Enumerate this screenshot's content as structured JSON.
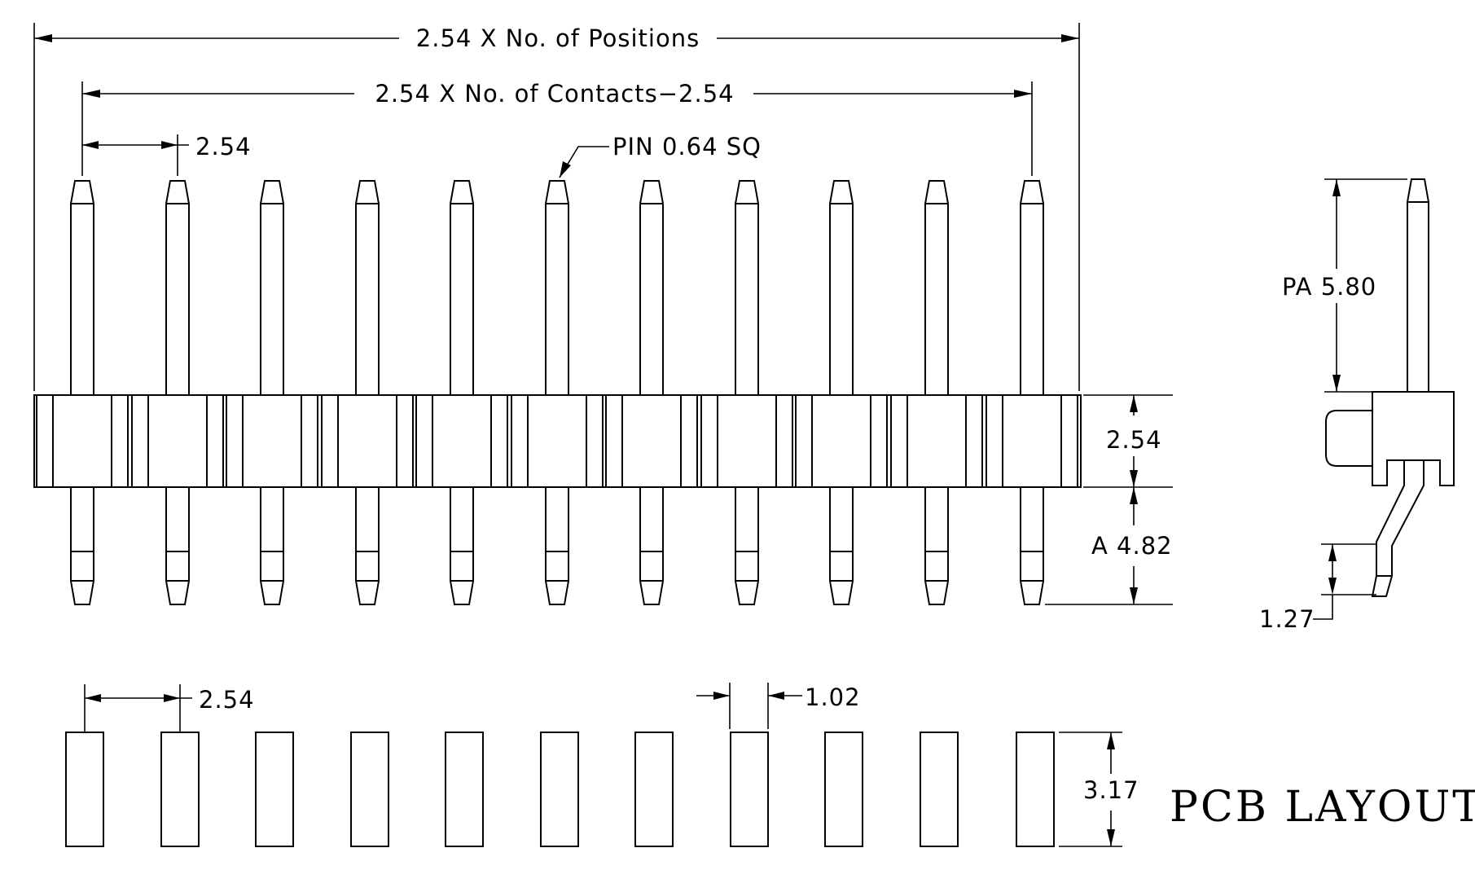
{
  "labels": {
    "overall_length": "2.54 X No. of Positions",
    "contact_span": "2.54 X No. of Contacts−2.54",
    "pitch_top": "2.54",
    "pin_size": "PIN 0.64 SQ",
    "body_height": "2.54",
    "tail_length": "A 4.82",
    "side_post_length": "PA 5.80",
    "side_offset": "1.27",
    "pcb_pitch": "2.54",
    "pad_width": "1.02",
    "pad_length": "3.17",
    "pcb_title": "PCB LAYOUT"
  },
  "positions_shown": 11
}
